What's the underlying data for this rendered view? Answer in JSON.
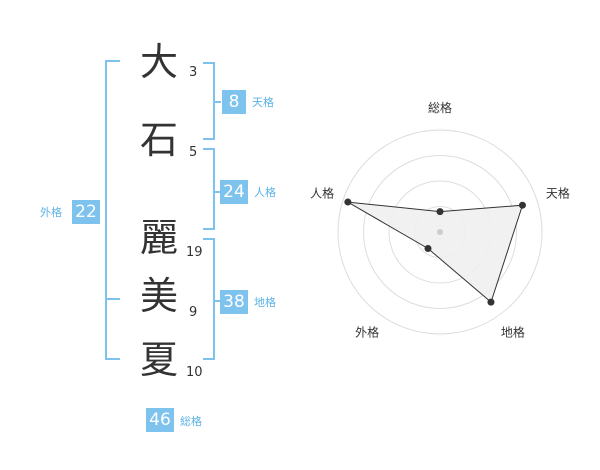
{
  "colors": {
    "accent": "#7dc3ee",
    "text": "#333333",
    "label": "#5bb2e6"
  },
  "name": {
    "characters": [
      {
        "char": "大",
        "strokes": "3"
      },
      {
        "char": "石",
        "strokes": "5"
      },
      {
        "char": "麗",
        "strokes": "19"
      },
      {
        "char": "美",
        "strokes": "9"
      },
      {
        "char": "夏",
        "strokes": "10"
      }
    ]
  },
  "kaku": {
    "tenkaku": {
      "label": "天格",
      "value": "8"
    },
    "jinkaku": {
      "label": "人格",
      "value": "24"
    },
    "chikaku": {
      "label": "地格",
      "value": "38"
    },
    "gaikaku": {
      "label": "外格",
      "value": "22"
    },
    "soukaku": {
      "label": "総格",
      "value": "46"
    }
  },
  "chart_data": {
    "type": "radar",
    "axes": [
      "総格",
      "天格",
      "地格",
      "外格",
      "人格"
    ],
    "values": [
      0.2,
      0.85,
      0.85,
      0.2,
      0.95
    ],
    "range": [
      0,
      1
    ],
    "rings": 4
  }
}
